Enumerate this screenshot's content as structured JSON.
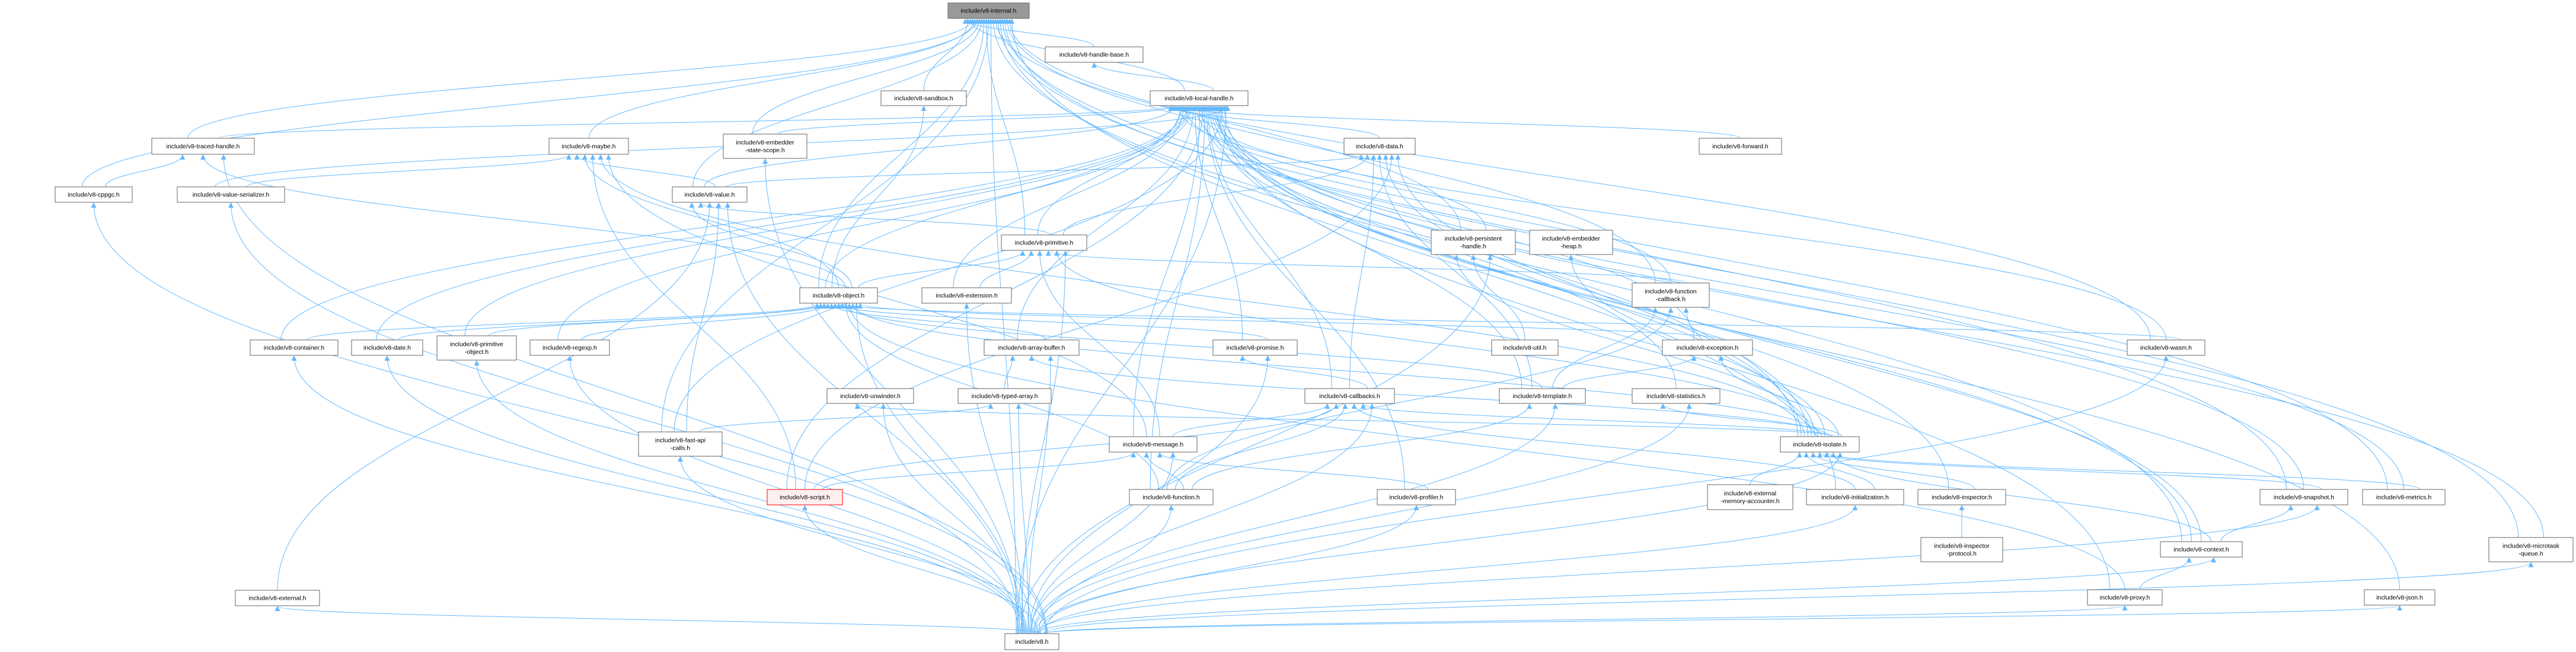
{
  "title": "include/v8-internal.h include dependency graph",
  "colors": {
    "edge": "#63b8ff",
    "root_fill": "#999999",
    "highlight_border": "#ff0000",
    "highlight_fill": "#fff0f0"
  },
  "nodes": [
    {
      "id": "internal",
      "lines": [
        "include/v8-internal.h"
      ],
      "kind": "root"
    },
    {
      "id": "handle_base",
      "lines": [
        "include/v8-handle-base.h"
      ]
    },
    {
      "id": "sandbox",
      "lines": [
        "include/v8-sandbox.h"
      ]
    },
    {
      "id": "local_handle",
      "lines": [
        "include/v8-local-handle.h"
      ]
    },
    {
      "id": "traced_handle",
      "lines": [
        "include/v8-traced-handle.h"
      ]
    },
    {
      "id": "maybe",
      "lines": [
        "include/v8-maybe.h"
      ]
    },
    {
      "id": "data",
      "lines": [
        "include/v8-data.h"
      ]
    },
    {
      "id": "forward",
      "lines": [
        "include/v8-forward.h"
      ]
    },
    {
      "id": "cppgc",
      "lines": [
        "include/v8-cppgc.h"
      ]
    },
    {
      "id": "value_serializer",
      "lines": [
        "include/v8-value-serializer.h"
      ]
    },
    {
      "id": "embedder_state_scope",
      "lines": [
        "include/v8-embedder",
        "-state-scope.h"
      ]
    },
    {
      "id": "value",
      "lines": [
        "include/v8-value.h"
      ]
    },
    {
      "id": "persistent_handle",
      "lines": [
        "include/v8-persistent",
        "-handle.h"
      ]
    },
    {
      "id": "embedder_heap",
      "lines": [
        "include/v8-embedder",
        "-heap.h"
      ]
    },
    {
      "id": "primitive",
      "lines": [
        "include/v8-primitive.h"
      ]
    },
    {
      "id": "object",
      "lines": [
        "include/v8-object.h"
      ]
    },
    {
      "id": "extension",
      "lines": [
        "include/v8-extension.h"
      ]
    },
    {
      "id": "function_callback",
      "lines": [
        "include/v8-function",
        "-callback.h"
      ]
    },
    {
      "id": "container",
      "lines": [
        "include/v8-container.h"
      ]
    },
    {
      "id": "date",
      "lines": [
        "include/v8-date.h"
      ]
    },
    {
      "id": "primitive_object",
      "lines": [
        "include/v8-primitive",
        "-object.h"
      ]
    },
    {
      "id": "regexp",
      "lines": [
        "include/v8-regexp.h"
      ]
    },
    {
      "id": "array_buffer",
      "lines": [
        "include/v8-array-buffer.h"
      ]
    },
    {
      "id": "promise",
      "lines": [
        "include/v8-promise.h"
      ]
    },
    {
      "id": "util",
      "lines": [
        "include/v8-util.h"
      ]
    },
    {
      "id": "exception",
      "lines": [
        "include/v8-exception.h"
      ]
    },
    {
      "id": "wasm",
      "lines": [
        "include/v8-wasm.h"
      ]
    },
    {
      "id": "unwinder",
      "lines": [
        "include/v8-unwinder.h"
      ]
    },
    {
      "id": "typed_array",
      "lines": [
        "include/v8-typed-array.h"
      ]
    },
    {
      "id": "callbacks",
      "lines": [
        "include/v8-callbacks.h"
      ]
    },
    {
      "id": "template",
      "lines": [
        "include/v8-template.h"
      ]
    },
    {
      "id": "statistics",
      "lines": [
        "include/v8-statistics.h"
      ]
    },
    {
      "id": "fast_api_calls",
      "lines": [
        "include/v8-fast-api",
        "-calls.h"
      ]
    },
    {
      "id": "message",
      "lines": [
        "include/v8-message.h"
      ]
    },
    {
      "id": "isolate",
      "lines": [
        "include/v8-isolate.h"
      ]
    },
    {
      "id": "script",
      "lines": [
        "include/v8-script.h"
      ],
      "kind": "highlight"
    },
    {
      "id": "function",
      "lines": [
        "include/v8-function.h"
      ]
    },
    {
      "id": "profiler",
      "lines": [
        "include/v8-profiler.h"
      ]
    },
    {
      "id": "ext_mem",
      "lines": [
        "include/v8-external",
        "-memory-accounter.h"
      ]
    },
    {
      "id": "initialization",
      "lines": [
        "include/v8-initialization.h"
      ]
    },
    {
      "id": "inspector",
      "lines": [
        "include/v8-inspector.h"
      ]
    },
    {
      "id": "snapshot",
      "lines": [
        "include/v8-snapshot.h"
      ]
    },
    {
      "id": "metrics",
      "lines": [
        "include/v8-metrics.h"
      ]
    },
    {
      "id": "inspector_protocol",
      "lines": [
        "include/v8-inspector",
        "-protocol.h"
      ]
    },
    {
      "id": "context",
      "lines": [
        "include/v8-context.h"
      ]
    },
    {
      "id": "microtask",
      "lines": [
        "include/v8-microtask",
        "-queue.h"
      ]
    },
    {
      "id": "external",
      "lines": [
        "include/v8-external.h"
      ]
    },
    {
      "id": "proxy",
      "lines": [
        "include/v8-proxy.h"
      ]
    },
    {
      "id": "json",
      "lines": [
        "include/v8-json.h"
      ]
    },
    {
      "id": "v8",
      "lines": [
        "include/v8.h"
      ]
    }
  ],
  "edges": [
    [
      "handle_base",
      "internal"
    ],
    [
      "sandbox",
      "internal"
    ],
    [
      "local_handle",
      "internal"
    ],
    [
      "traced_handle",
      "internal"
    ],
    [
      "maybe",
      "internal"
    ],
    [
      "cppgc",
      "internal"
    ],
    [
      "embedder_state_scope",
      "internal"
    ],
    [
      "value",
      "internal"
    ],
    [
      "object",
      "internal"
    ],
    [
      "primitive",
      "internal"
    ],
    [
      "fast_api_calls",
      "internal"
    ],
    [
      "v8",
      "internal"
    ],
    [
      "isolate",
      "internal"
    ],
    [
      "wasm",
      "internal"
    ],
    [
      "snapshot",
      "internal"
    ],
    [
      "context",
      "internal"
    ],
    [
      "metrics",
      "internal"
    ],
    [
      "microtask",
      "internal"
    ],
    [
      "function_callback",
      "internal"
    ],
    [
      "persistent_handle",
      "internal"
    ],
    [
      "initialization",
      "internal"
    ],
    [
      "local_handle",
      "handle_base"
    ],
    [
      "traced_handle",
      "local_handle"
    ],
    [
      "embedder_state_scope",
      "local_handle"
    ],
    [
      "value",
      "local_handle"
    ],
    [
      "data",
      "local_handle"
    ],
    [
      "forward",
      "local_handle"
    ],
    [
      "persistent_handle",
      "local_handle"
    ],
    [
      "primitive",
      "local_handle"
    ],
    [
      "object",
      "local_handle"
    ],
    [
      "extension",
      "local_handle"
    ],
    [
      "function_callback",
      "local_handle"
    ],
    [
      "container",
      "local_handle"
    ],
    [
      "date",
      "local_handle"
    ],
    [
      "primitive_object",
      "local_handle"
    ],
    [
      "regexp",
      "local_handle"
    ],
    [
      "array_buffer",
      "local_handle"
    ],
    [
      "promise",
      "local_handle"
    ],
    [
      "exception",
      "local_handle"
    ],
    [
      "wasm",
      "local_handle"
    ],
    [
      "message",
      "local_handle"
    ],
    [
      "isolate",
      "local_handle"
    ],
    [
      "script",
      "local_handle"
    ],
    [
      "function",
      "local_handle"
    ],
    [
      "profiler",
      "local_handle"
    ],
    [
      "callbacks",
      "local_handle"
    ],
    [
      "template",
      "local_handle"
    ],
    [
      "statistics",
      "local_handle"
    ],
    [
      "snapshot",
      "local_handle"
    ],
    [
      "metrics",
      "local_handle"
    ],
    [
      "context",
      "local_handle"
    ],
    [
      "proxy",
      "local_handle"
    ],
    [
      "json",
      "local_handle"
    ],
    [
      "microtask",
      "local_handle"
    ],
    [
      "fast_api_calls",
      "local_handle"
    ],
    [
      "inspector",
      "local_handle"
    ],
    [
      "v8",
      "local_handle"
    ],
    [
      "value_serializer",
      "local_handle"
    ],
    [
      "object",
      "sandbox"
    ],
    [
      "value_serializer",
      "maybe"
    ],
    [
      "value",
      "maybe"
    ],
    [
      "object",
      "maybe"
    ],
    [
      "script",
      "maybe"
    ],
    [
      "isolate",
      "maybe"
    ],
    [
      "message",
      "maybe"
    ],
    [
      "cppgc",
      "traced_handle"
    ],
    [
      "object",
      "traced_handle"
    ],
    [
      "v8",
      "traced_handle"
    ],
    [
      "object",
      "value"
    ],
    [
      "primitive",
      "value"
    ],
    [
      "external",
      "value"
    ],
    [
      "fast_api_calls",
      "value"
    ],
    [
      "v8",
      "value"
    ],
    [
      "value",
      "data"
    ],
    [
      "primitive",
      "data"
    ],
    [
      "callbacks",
      "data"
    ],
    [
      "template",
      "data"
    ],
    [
      "context",
      "data"
    ],
    [
      "script",
      "data"
    ],
    [
      "isolate",
      "data"
    ],
    [
      "v8",
      "embedder_state_scope"
    ],
    [
      "isolate",
      "persistent_handle"
    ],
    [
      "util",
      "persistent_handle"
    ],
    [
      "v8",
      "persistent_handle"
    ],
    [
      "isolate",
      "embedder_heap"
    ],
    [
      "object",
      "primitive"
    ],
    [
      "extension",
      "primitive"
    ],
    [
      "message",
      "primitive"
    ],
    [
      "function_callback",
      "primitive"
    ],
    [
      "isolate",
      "primitive"
    ],
    [
      "v8",
      "primitive"
    ],
    [
      "container",
      "object"
    ],
    [
      "date",
      "object"
    ],
    [
      "primitive_object",
      "object"
    ],
    [
      "regexp",
      "object"
    ],
    [
      "array_buffer",
      "object"
    ],
    [
      "promise",
      "object"
    ],
    [
      "wasm",
      "object"
    ],
    [
      "template",
      "object"
    ],
    [
      "function",
      "object"
    ],
    [
      "proxy",
      "object"
    ],
    [
      "isolate",
      "object"
    ],
    [
      "v8",
      "object"
    ],
    [
      "exception",
      "object"
    ],
    [
      "v8",
      "extension"
    ],
    [
      "template",
      "function_callback"
    ],
    [
      "function",
      "function_callback"
    ],
    [
      "isolate",
      "function_callback"
    ],
    [
      "v8",
      "container"
    ],
    [
      "v8",
      "date"
    ],
    [
      "v8",
      "primitive_object"
    ],
    [
      "v8",
      "regexp"
    ],
    [
      "typed_array",
      "array_buffer"
    ],
    [
      "isolate",
      "array_buffer"
    ],
    [
      "v8",
      "array_buffer"
    ],
    [
      "fast_api_calls",
      "typed_array"
    ],
    [
      "v8",
      "typed_array"
    ],
    [
      "callbacks",
      "promise"
    ],
    [
      "v8",
      "promise"
    ],
    [
      "message",
      "callbacks"
    ],
    [
      "script",
      "callbacks"
    ],
    [
      "function",
      "callbacks"
    ],
    [
      "initialization",
      "callbacks"
    ],
    [
      "isolate",
      "callbacks"
    ],
    [
      "v8",
      "callbacks"
    ],
    [
      "script",
      "message"
    ],
    [
      "function",
      "message"
    ],
    [
      "profiler",
      "message"
    ],
    [
      "v8",
      "message"
    ],
    [
      "isolate",
      "unwinder"
    ],
    [
      "v8",
      "unwinder"
    ],
    [
      "template",
      "exception"
    ],
    [
      "isolate",
      "exception"
    ],
    [
      "function",
      "template"
    ],
    [
      "v8",
      "template"
    ],
    [
      "isolate",
      "statistics"
    ],
    [
      "v8",
      "statistics"
    ],
    [
      "ext_mem",
      "isolate"
    ],
    [
      "initialization",
      "isolate"
    ],
    [
      "inspector",
      "isolate"
    ],
    [
      "snapshot",
      "isolate"
    ],
    [
      "metrics",
      "isolate"
    ],
    [
      "context",
      "isolate"
    ],
    [
      "v8",
      "isolate"
    ],
    [
      "context",
      "snapshot"
    ],
    [
      "v8",
      "snapshot"
    ],
    [
      "proxy",
      "context"
    ],
    [
      "v8",
      "context"
    ],
    [
      "inspector_protocol",
      "inspector"
    ],
    [
      "v8",
      "script"
    ],
    [
      "v8",
      "function"
    ],
    [
      "v8",
      "profiler"
    ],
    [
      "v8",
      "initialization"
    ],
    [
      "v8",
      "external"
    ],
    [
      "v8",
      "proxy"
    ],
    [
      "v8",
      "json"
    ],
    [
      "v8",
      "microtask"
    ],
    [
      "v8",
      "wasm"
    ],
    [
      "v8",
      "cppgc"
    ],
    [
      "v8",
      "value_serializer"
    ],
    [
      "v8",
      "fast_api_calls"
    ]
  ]
}
